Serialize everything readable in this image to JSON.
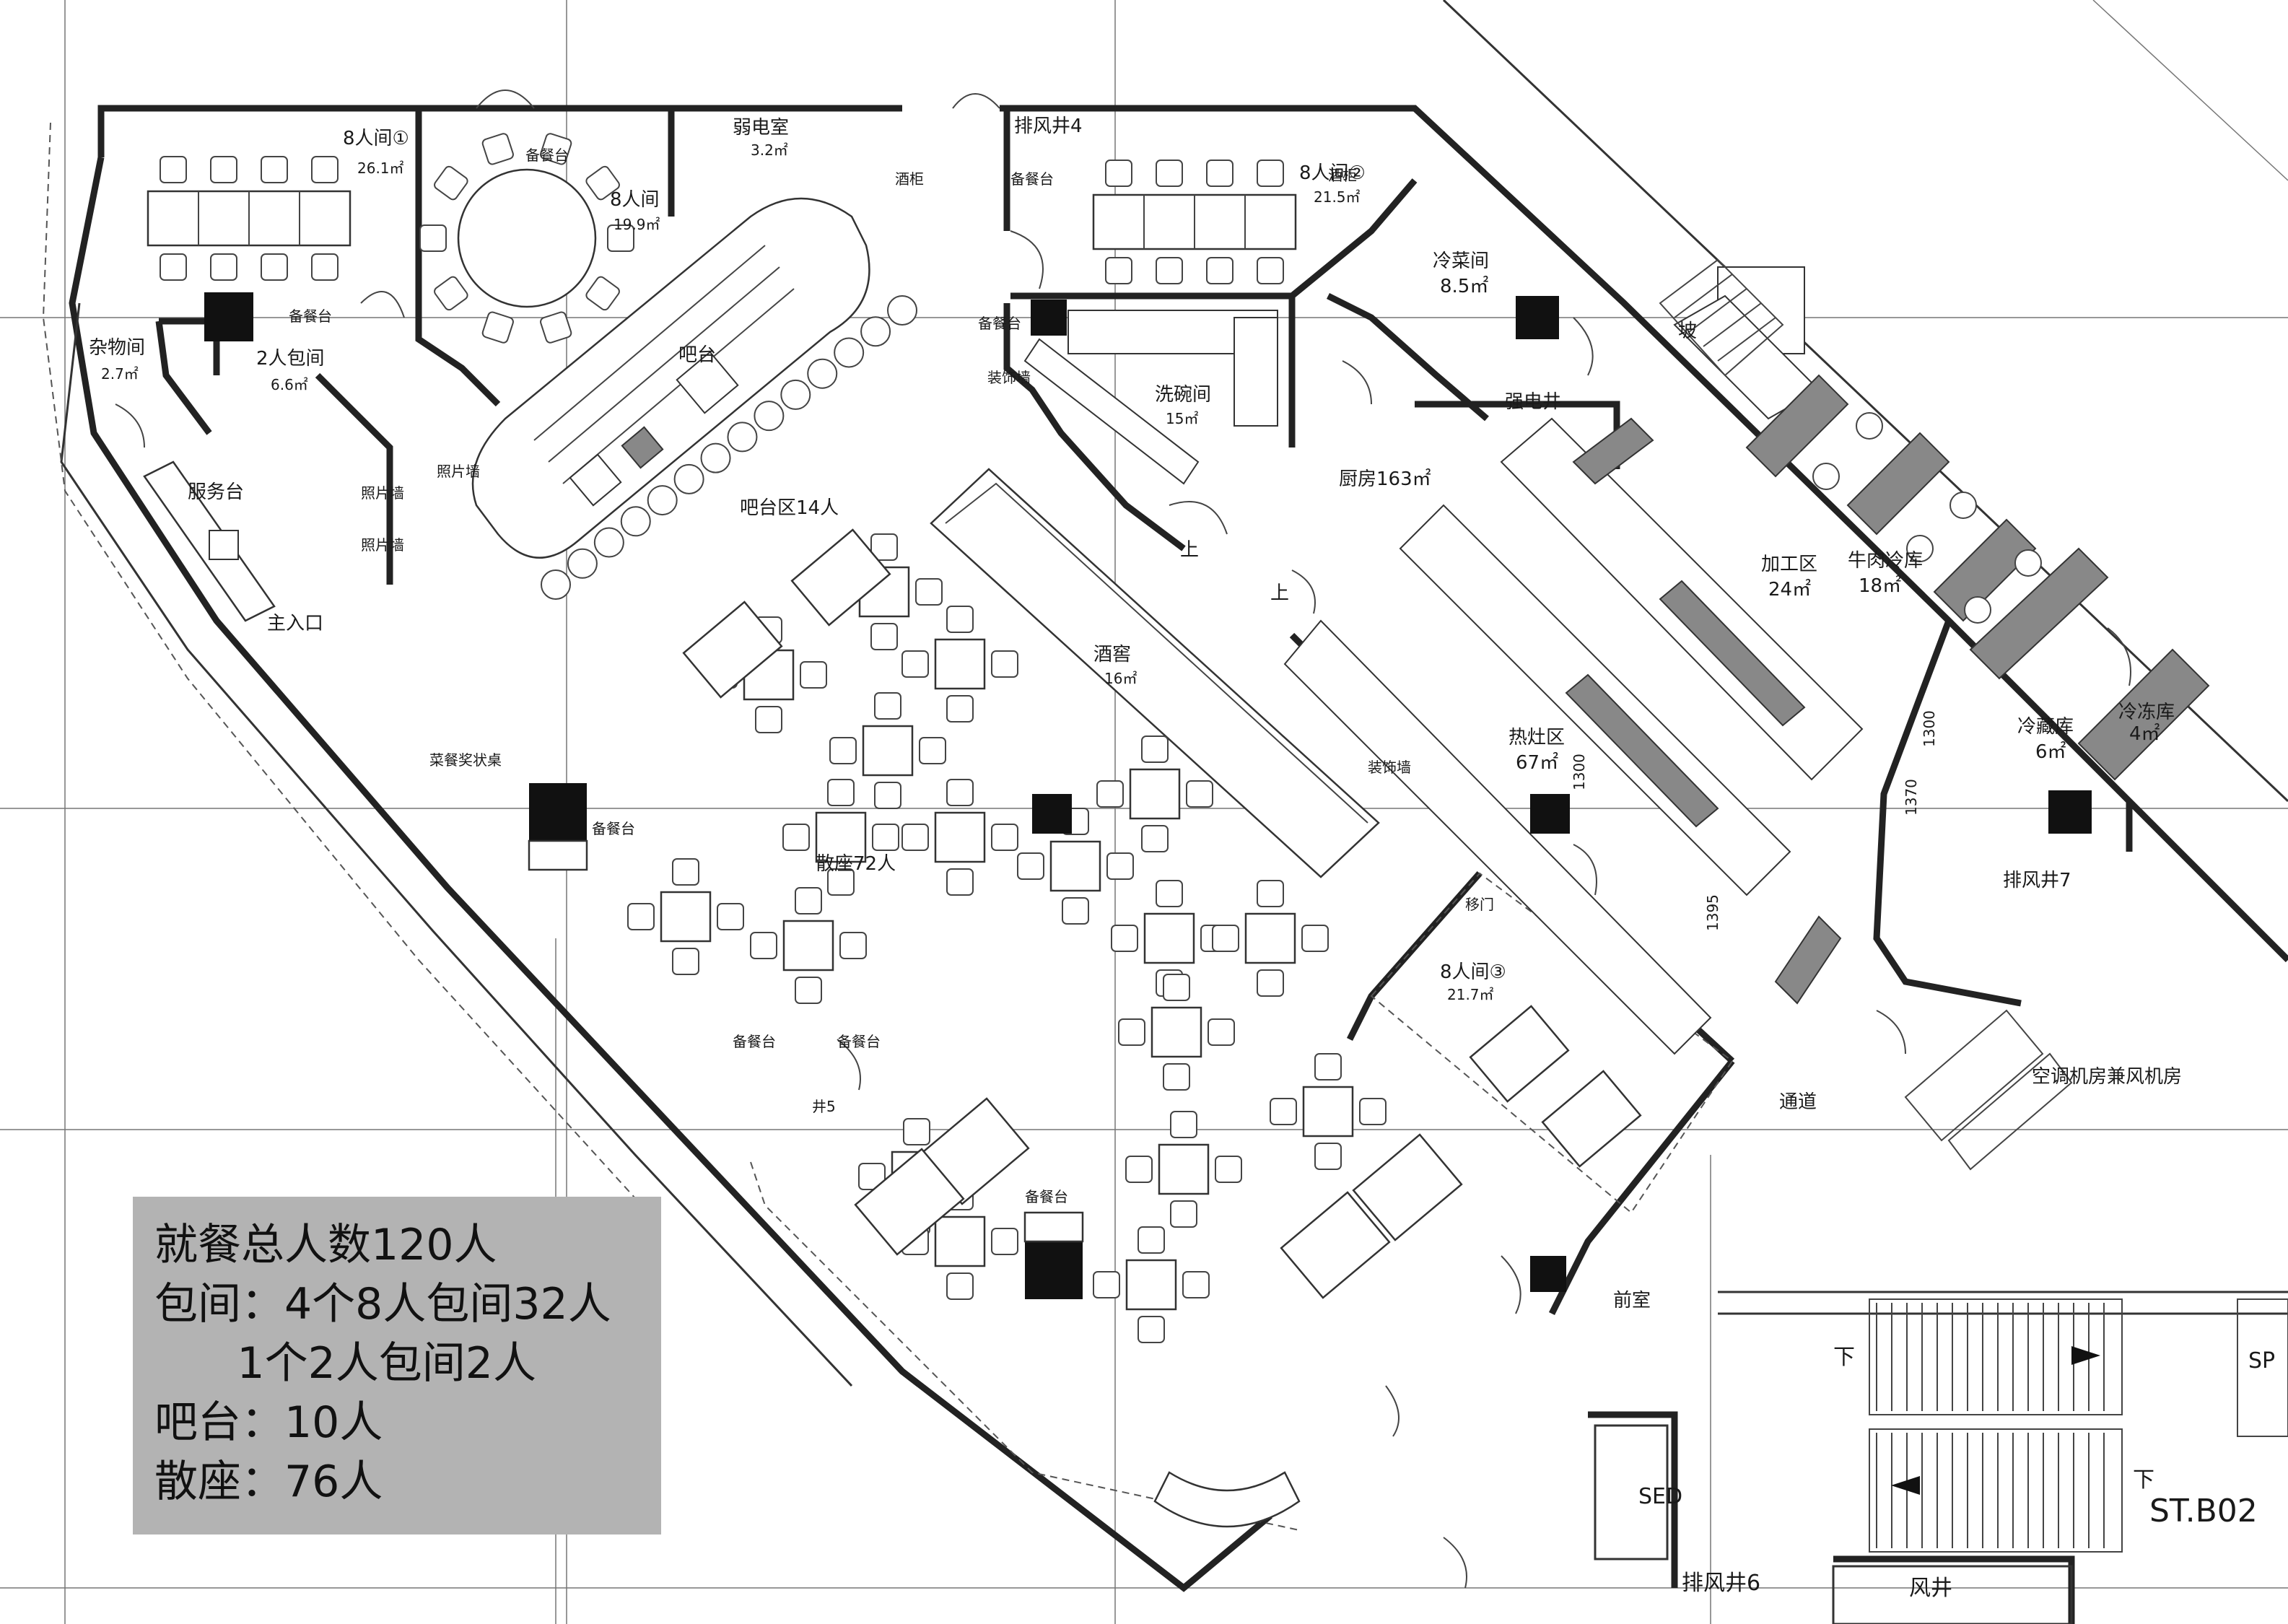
{
  "rooms": {
    "private_room_1": "8人间①",
    "private_room_1_area": "26.1㎡",
    "private_room_round": "8人间",
    "private_room_round_area": "19.9㎡",
    "weak_current_room": "弱电室",
    "weak_current_room_area": "3.2㎡",
    "exhaust_shaft_4": "排风井4",
    "private_room_2": "8人间②",
    "private_room_2_area": "21.5㎡",
    "storage": "杂物间",
    "storage_area": "2.7㎡",
    "two_person_room": "2人包间",
    "two_person_room_area": "6.6㎡",
    "bar": "吧台",
    "bar_zone": "吧台区14人",
    "reception": "服务台",
    "main_entrance": "主入口",
    "photo_wall": "照片墙",
    "wine_cellar": "酒窖",
    "wine_cellar_area": "16㎡",
    "open_seating": "散座72人",
    "dishwashing": "洗碗间",
    "dishwashing_area": "15㎡",
    "cold_dish_room": "冷菜间",
    "cold_dish_area": "8.5㎡",
    "strong_current_shaft": "强电井",
    "kitchen": "厨房163㎡",
    "ramp": "坡",
    "processing": "加工区",
    "processing_area": "24㎡",
    "beef_cold_storage": "牛肉冷库",
    "beef_cold_storage_area": "18㎡",
    "hot_stove_zone": "热灶区",
    "hot_stove_area": "67㎡",
    "chill_room": "冷藏库",
    "chill_room_area": "6㎡",
    "freezer": "冷冻库",
    "freezer_area": "4㎡",
    "exhaust_shaft_7": "排风井7",
    "private_room_3": "8人间③",
    "private_room_3_area": "21.7㎡",
    "corridor": "通道",
    "ac_room": "空调机房兼风机房",
    "anteroom": "前室",
    "sed": "SED",
    "stair_id": "ST.B02",
    "sp": "SP",
    "exhaust_shaft_6": "排风井6",
    "air_shaft": "风井",
    "up": "上",
    "down": "下",
    "down_2": "下"
  },
  "fixtures": {
    "service_station": "备餐台",
    "wine_cabinet": "酒柜",
    "decor_wall": "装饰墙",
    "order_counter": "菜餐奖状桌",
    "move_door": "移门",
    "dim_1300a": "1300",
    "dim_1300b": "1300",
    "dim_1370": "1370",
    "dim_1395": "1395",
    "shaft_5": "井5"
  },
  "summary": {
    "line1": "就餐总人数120人",
    "line2": "包间：4个8人包间32人",
    "line3": "      1个2人包间2人",
    "line4": "吧台：10人",
    "line5": "散座：76人"
  }
}
